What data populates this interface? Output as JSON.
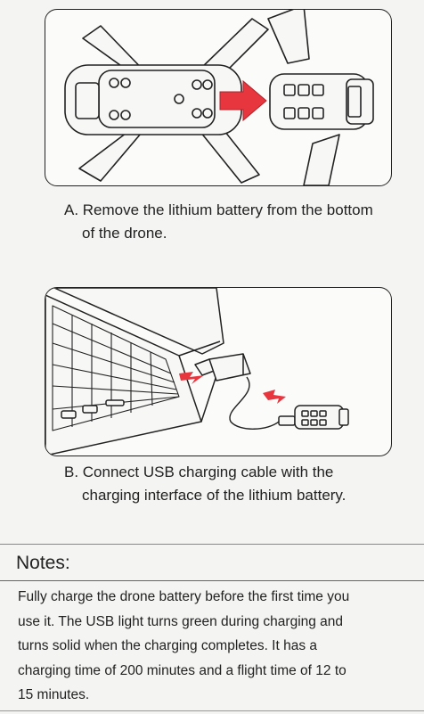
{
  "step_a": {
    "caption_line1": "A. Remove the lithium battery from the bottom",
    "caption_line2": "of the drone."
  },
  "step_b": {
    "caption_line1": "B. Connect USB charging cable with the",
    "caption_line2": "charging interface of the lithium battery."
  },
  "notes": {
    "title": "Notes:",
    "lines": [
      "Fully charge the drone battery before the first time you",
      "use it. The USB light turns green during charging and",
      "turns solid when the charging completes. It has a",
      "charging time of 200 minutes and a flight time of 12 to",
      "15 minutes."
    ]
  },
  "colors": {
    "arrow": "#e8363f",
    "line": "#222222"
  }
}
